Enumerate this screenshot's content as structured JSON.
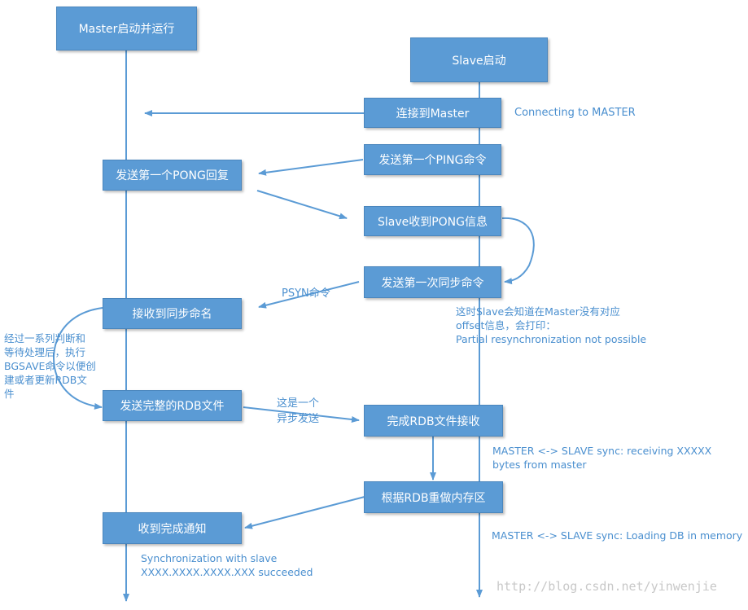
{
  "boxes": {
    "master_start": "Master启动并运行",
    "slave_start": "Slave启动",
    "connect": "连接到Master",
    "send_ping": "发送第一个PING命令",
    "send_pong": "发送第一个PONG回复",
    "slave_pong": "Slave收到PONG信息",
    "send_sync": "发送第一次同步命令",
    "recv_sync": "接收到同步命名",
    "send_rdb": "发送完整的RDB文件",
    "rdb_done": "完成RDB文件接收",
    "rebuild": "根据RDB重做内存区",
    "notify": "收到完成通知"
  },
  "notes": {
    "connecting": "Connecting to MASTER",
    "psync": "PSYN命令",
    "offset": [
      "这时Slave会知道在Master没有对应",
      "offset信息，会打印：",
      "Partial resynchronization not possible"
    ],
    "bgsave": [
      "经过一系列判断和",
      "等待处理后，执行",
      "BGSAVE命令以便创",
      "建或者更新RDB文",
      "件"
    ],
    "async": [
      "这是一个",
      "异步发送"
    ],
    "receiving": [
      "MASTER <-> SLAVE sync: receiving XXXXX",
      "bytes from master"
    ],
    "loading": "MASTER <-> SLAVE sync: Loading DB in memory",
    "sync_ok": [
      "Synchronization with slave",
      "XXXX.XXXX.XXXX.XXX succeeded"
    ]
  },
  "watermark": "http://blog.csdn.net/yinwenjie",
  "colors": {
    "box": "#5b9bd5",
    "line": "#5b9bd5",
    "text": "#4a8fcf"
  }
}
